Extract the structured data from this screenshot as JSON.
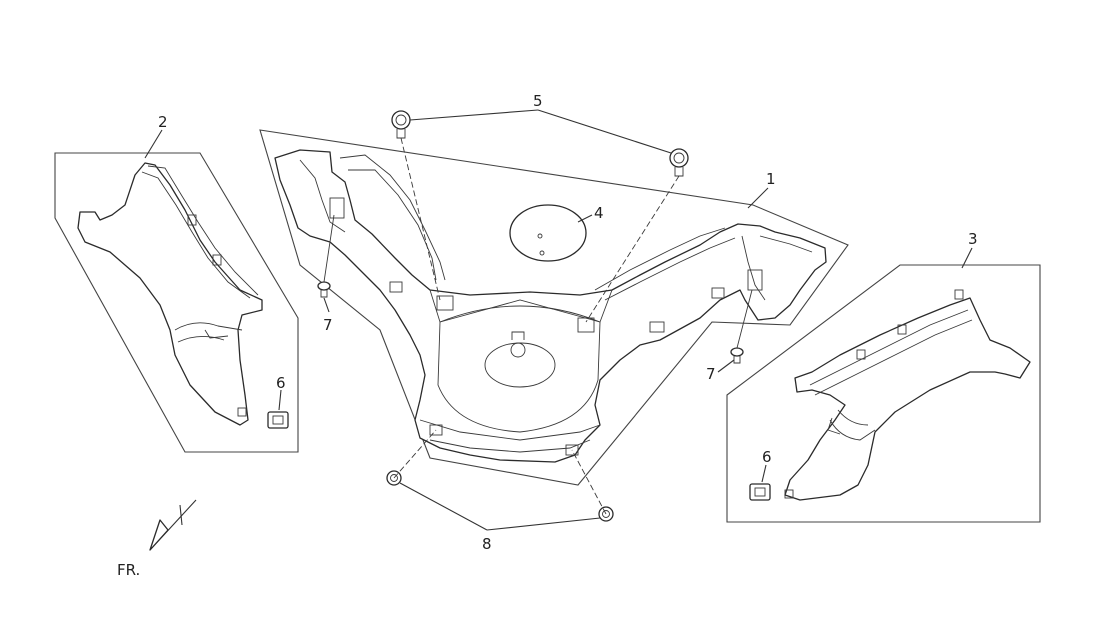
{
  "diagram": {
    "callouts": {
      "c1": "1",
      "c2": "2",
      "c3": "3",
      "c4": "4",
      "c5": "5",
      "c6_left": "6",
      "c6_right": "6",
      "c7_left": "7",
      "c7_right": "7",
      "c8": "8"
    },
    "direction_label": "FR."
  }
}
